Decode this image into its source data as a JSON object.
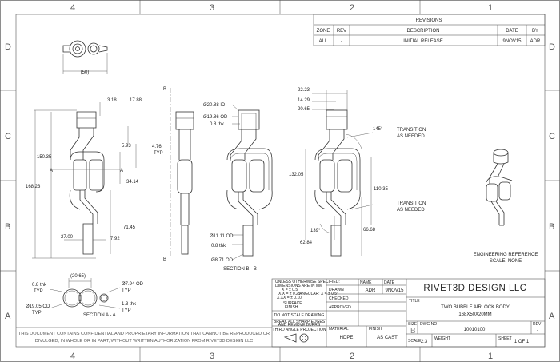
{
  "zones": {
    "cols": [
      "4",
      "3",
      "2",
      "1"
    ],
    "rows": [
      "D",
      "C",
      "B",
      "A"
    ]
  },
  "revisions": {
    "title": "REVISIONS",
    "headers": [
      "ZONE",
      "REV",
      "DESCRIPTION",
      "DATE",
      "BY"
    ],
    "row": [
      "ALL",
      "-",
      "INITIAL RELEASE",
      "9NOV15",
      "ADR"
    ]
  },
  "top_view": {
    "dim": "(50)"
  },
  "front_view": {
    "dims": [
      "3.18",
      "17.88",
      "5.93",
      "150.35",
      "168.23",
      "34.14",
      "71.45",
      "27.00",
      "7.92"
    ],
    "typ_dim": "4.76",
    "typ": "TYP",
    "section_marks": [
      "A",
      "A"
    ]
  },
  "section_b": {
    "marks": [
      "B",
      "B"
    ],
    "label": "SECTION B - B"
  },
  "mid_view": {
    "dims": [
      "Ø20.88 ID",
      "Ø19.86 OD",
      "0.8 thk",
      "Ø11.11 OD",
      "0.8 thk",
      "Ø8.71 OD"
    ]
  },
  "right_view": {
    "dims": [
      "22.23",
      "14.29",
      "20.65",
      "145°",
      "132.05",
      "110.35",
      "139°",
      "62.84",
      "66.68"
    ],
    "notes": [
      "TRANSITION",
      "AS NEEDED",
      "TRANSITION",
      "AS NEEDED"
    ]
  },
  "section_a": {
    "dims": [
      "(20.65)",
      "0.8 thk",
      "TYP",
      "Ø7.94 OD",
      "TYP",
      "Ø19.05 OD",
      "TYP",
      "1.3 thk",
      "TYP"
    ],
    "label": "SECTION A - A"
  },
  "iso_view": {
    "note1": "ENGINEERING REFERENCE",
    "note2": "SCALE: NONE"
  },
  "title_block": {
    "spec_lines": [
      "UNLESS OTHERWISE SPECIFIED:",
      "DIMENSIONS ARE IN MM",
      "X = ± 0.5",
      "X.X = ± 0.25",
      "X.XX = ± 0.10",
      "ANGULAR: X = ± 0.5°",
      "SURFACE",
      "FINISH"
    ],
    "no_scale": "DO NOT SCALE DRAWING",
    "burrs": [
      "BREAK ALL SHARP EDGES",
      "AND REMOVE BURRS"
    ],
    "projection": "THIRD ANGLE PROJECTION",
    "name_hdr": "NAME",
    "date_hdr": "DATE",
    "drawn": "DRAWN",
    "drawn_name": "ADR",
    "drawn_date": "9NOV15",
    "checked": "CHECKED",
    "approved": "APPROVED",
    "material_hdr": "MATERIAL",
    "material": "HDPE",
    "finish_hdr": "FINISH",
    "finish": "AS CAST",
    "company": "RIVET3D DESIGN LLC",
    "title_hdr": "TITLE",
    "title1": "TWO BUBBLE AIRLOCK BODY",
    "title2": "168X50X20MM",
    "size_hdr": "SIZE",
    "size": "B",
    "dwg_hdr": "DWG NO",
    "dwg": "10010100",
    "rev_hdr": "REV",
    "rev": "-",
    "scale_hdr": "SCALE",
    "scale": "2:3",
    "weight_hdr": "WEIGHT",
    "sheet_hdr": "SHEET",
    "sheet": "1 OF 1"
  },
  "confidential": [
    "THIS DOCUMENT CONTAINS CONFIDENTIAL AND PROPRIETARY INFORMATION THAT CANNOT BE REPRODUCED OR",
    "DIVULGED, IN WHOLE OR IN PART, WITHOUT WRITTEN AUTHORIZATION FROM RIVET3D DESIGN LLC"
  ]
}
